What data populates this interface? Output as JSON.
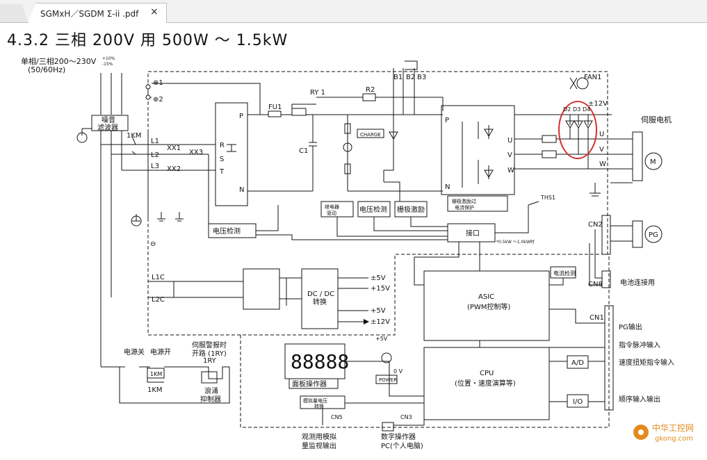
{
  "tab": {
    "title": "SGMxH／SGDM Σ-ii .pdf",
    "close": "×"
  },
  "page_title": "4.3.2 三相 200V 用 500W ～ 1.5kW",
  "labels": {
    "supply_line1": "单相/三相200～230V",
    "supply_tol_plus": "+10%",
    "supply_tol_minus": "-15%",
    "supply_freq": "(50/60Hz)",
    "noise_filter_1": "噪音",
    "noise_filter_2": "滤波器",
    "km1": "1KM",
    "l1": "L1",
    "l2": "L2",
    "l3": "L3",
    "xx1": "XX1",
    "xx2": "XX2",
    "xx3": "XX3",
    "plus1": "⊕1",
    "plus2": "⊕2",
    "minus": "⊖",
    "r": "R",
    "s": "S",
    "t": "T",
    "p": "P",
    "n": "N",
    "fu1": "FU1",
    "ry1": "RY 1",
    "r2": "R2",
    "c1": "C1",
    "b1": "B1",
    "b2": "B2",
    "b3": "B3",
    "charge": "CHARGE",
    "fan1": "FAN1",
    "fan_v": "±12V",
    "d2": "D2",
    "d3": "D3",
    "d4": "D4",
    "u": "U",
    "v": "V",
    "w": "W",
    "motor_title": "伺服电机",
    "motor_m": "M",
    "pg": "PG",
    "relay_drive_1": "继电器",
    "relay_drive_2": "驱动",
    "volt_detect": "电压检测",
    "gate_drive": "栅极激励",
    "gate_protect_1": "栅极激励过",
    "gate_protect_2": "电流保护",
    "ths1": "THS1",
    "interface": "接口",
    "interface_note": "*0.5kW ～1.0kW时",
    "current_detect": "电流检测",
    "cn2": "CN2",
    "cn8": "CN8",
    "cn1": "CN1",
    "cn3": "CN3",
    "cn5": "CN5",
    "battery": "电池连接用",
    "l1c": "L1C",
    "l2c": "L2C",
    "dcdc_1": "DC / DC",
    "dcdc_2": "转换",
    "p5": "±5V",
    "p15": "+15V",
    "p5b": "+5V",
    "p12": "±12V",
    "asic_1": "ASIC",
    "asic_2": "(PWM控制等)",
    "cpu_1": "CPU",
    "cpu_2": "(位置・速度演算等)",
    "pg_out": "PG输出",
    "pulse_in": "指令脉冲输入",
    "speed_torque_in": "速度扭矩指令输入",
    "seq_io": "顺序输入输出",
    "ad": "A/D",
    "io": "I/O",
    "power_off": "电源关",
    "power_on": "电源开",
    "alarm_1": "伺服警报时",
    "alarm_2": "开路 (1RY)",
    "ry1_lbl": "1RY",
    "km_a": "1KM",
    "km_b": "1KM",
    "surge_1": "浪涌",
    "surge_2": "抑制器",
    "led_p5": "+5V",
    "led_0v": "0 V",
    "power_lbl": "POWER",
    "digits": "88888",
    "panel": "面板操作器",
    "analog_1": "模拟量电压",
    "analog_2": "转换",
    "analog_out_1": "观测用模拟",
    "analog_out_2": "量监视输出",
    "digital_op_1": "数字操作器",
    "digital_op_2": "PC(个人电脑)",
    "watermark_1": "中华工控网",
    "watermark_2": "gkong.com"
  },
  "colors": {
    "highlight": "#d32f2f",
    "line": "#111111",
    "watermark": "#e58a1f"
  }
}
